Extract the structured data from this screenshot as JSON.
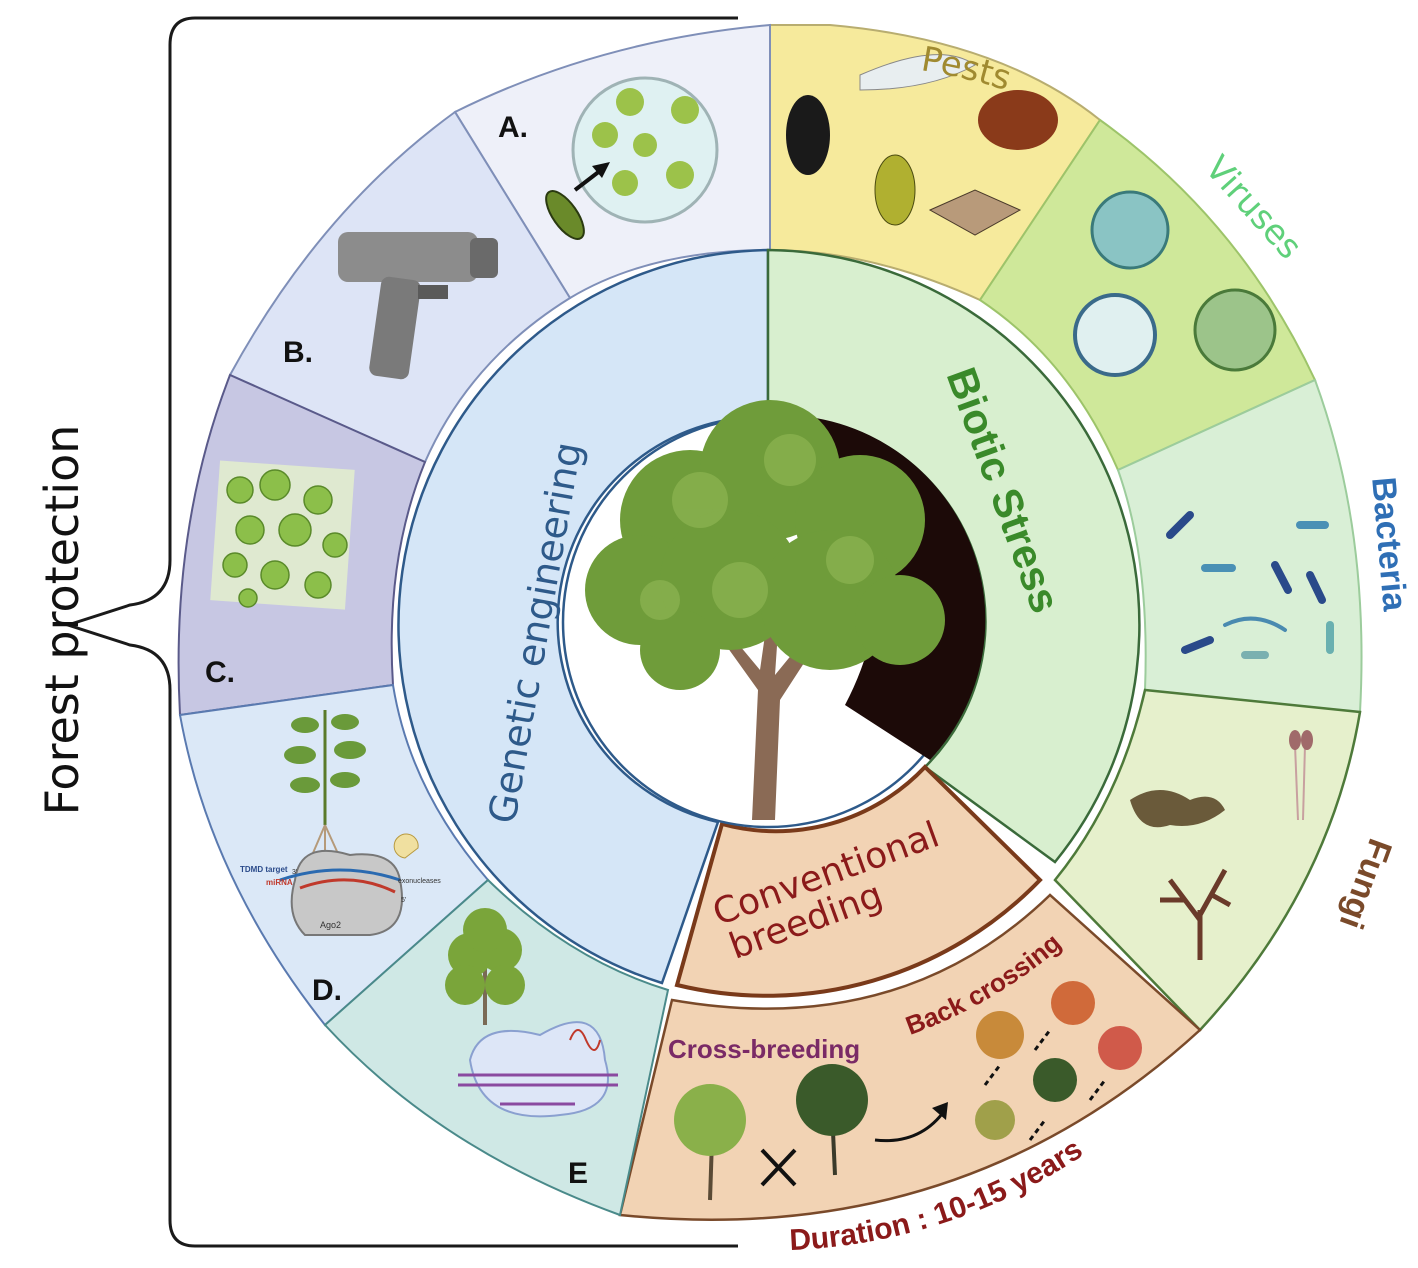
{
  "side_label": "Forest protection",
  "inner_ring": {
    "genetic_engineering": "Genetic engineering",
    "biotic_stress": "Biotic Stress",
    "conventional_breeding_line1": "Conventional",
    "conventional_breeding_line2": "breeding"
  },
  "genetic_segments": {
    "a": "A.",
    "b": "B.",
    "c": "C.",
    "d": "D.",
    "e": "E"
  },
  "d_panel": {
    "tdmd_target": "TDMD target",
    "mirna": "miRNA",
    "exonucleases": "exonucleases",
    "ago2": "Ago2",
    "three_prime": "3'",
    "five_prime": "5'"
  },
  "stress_segments": {
    "pests": "Pests",
    "viruses": "Viruses",
    "bacteria": "Bacteria",
    "fungi": "Fungi"
  },
  "breeding_panel": {
    "cross_breeding": "Cross-breeding",
    "back_crossing": "Back crossing",
    "duration": "Duration : 10-15 years"
  },
  "colors": {
    "pests": "#f6ea9c",
    "viruses": "#cfe89a",
    "bacteria": "#d9efd6",
    "fungi": "#e6f0cc",
    "breeding": "#f2d3b4",
    "seg_a": "#eef0f9",
    "seg_b": "#dde4f6",
    "seg_c": "#c7c7e3",
    "seg_d": "#dbe8f7",
    "seg_e": "#cfe8e5",
    "genetic_inner": "#d5e6f7",
    "biotic_inner": "#d8efcf",
    "pests_text": "#a08a30",
    "viruses_text": "#5fd07a",
    "bacteria_text": "#2f6fb5",
    "fungi_text": "#7a4a2a",
    "breeding_text": "#8b1a1a",
    "genetic_text": "#2e5a8a",
    "biotic_text": "#3a8a2a",
    "cross_text": "#7a2a66"
  }
}
